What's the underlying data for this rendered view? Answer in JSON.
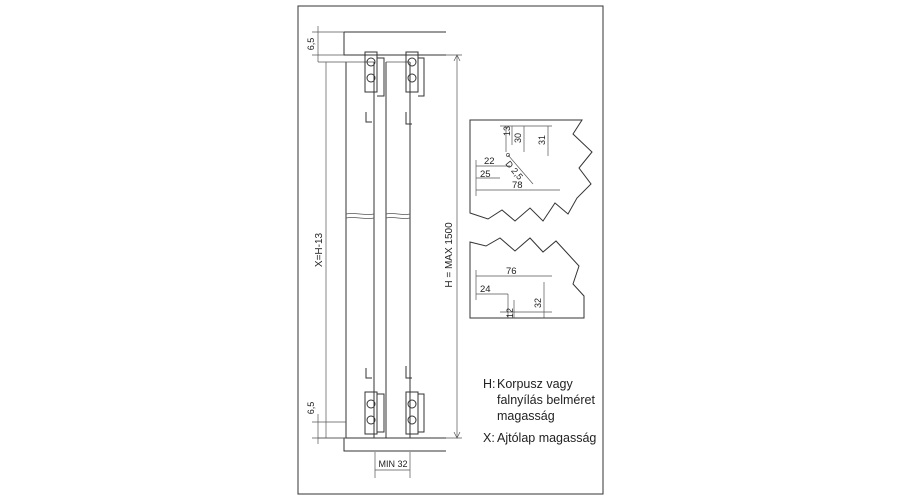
{
  "dimensions": {
    "top_gap": "6,5",
    "bottom_gap": "6,5",
    "door_height": "X=H-13",
    "max_height": "H = MAX 1500",
    "min_depth": "MIN 32"
  },
  "detail_top": {
    "d13": "13",
    "d30": "30",
    "d31": "31",
    "d22": "22",
    "d25": "25",
    "d78": "78",
    "drill": "D 2,5"
  },
  "detail_bottom": {
    "d76": "76",
    "d24": "24",
    "d32": "32",
    "d12": "12"
  },
  "legend": {
    "h_key": "H:",
    "h_line1": "Korpusz vagy",
    "h_line2": "falnyílás belméret",
    "h_line3": "magasság",
    "x_key": "X:",
    "x_line1": "Ajtólap magasság"
  }
}
